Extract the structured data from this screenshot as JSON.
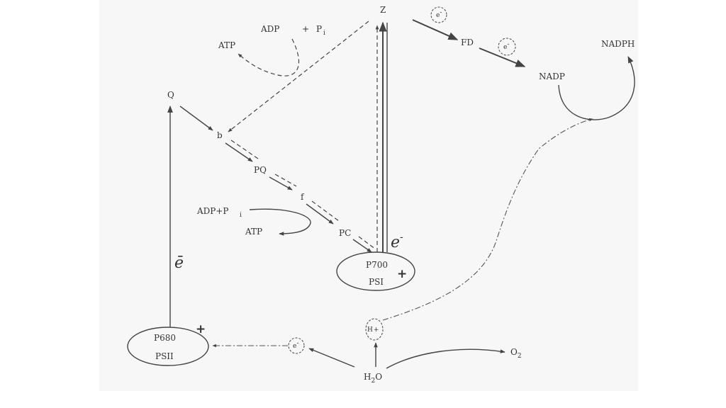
{
  "nodes": {
    "z": "Z",
    "fd": "FD",
    "nadp": "NADP",
    "nadph": "NADPH",
    "q": "Q",
    "b": "b",
    "pq": "PQ",
    "f": "f",
    "pc": "PC",
    "p700": "P700",
    "psi": "PSI",
    "p680": "P680",
    "psii": "PSII",
    "h2o": "H",
    "h2o_sub": "2",
    "h2o_o": "O",
    "o2": "O",
    "o2_sub": "2",
    "hplus": "H",
    "hplus_sign": "+"
  },
  "phosphorylation_top": {
    "adp": "ADP",
    "plus": "+",
    "pi": "P",
    "pi_sub": "i",
    "atp": "ATP"
  },
  "phosphorylation_mid": {
    "adp_pi": "ADP+P",
    "pi_sub": "i",
    "atp": "ATP"
  },
  "electrons": {
    "e_small": "e",
    "e_sup": "-",
    "e_large_psi": "e",
    "e_large_psi_sup": "-",
    "e_large_psii": "ē"
  },
  "charges": {
    "psi_plus": "+",
    "psii_plus": "+"
  }
}
